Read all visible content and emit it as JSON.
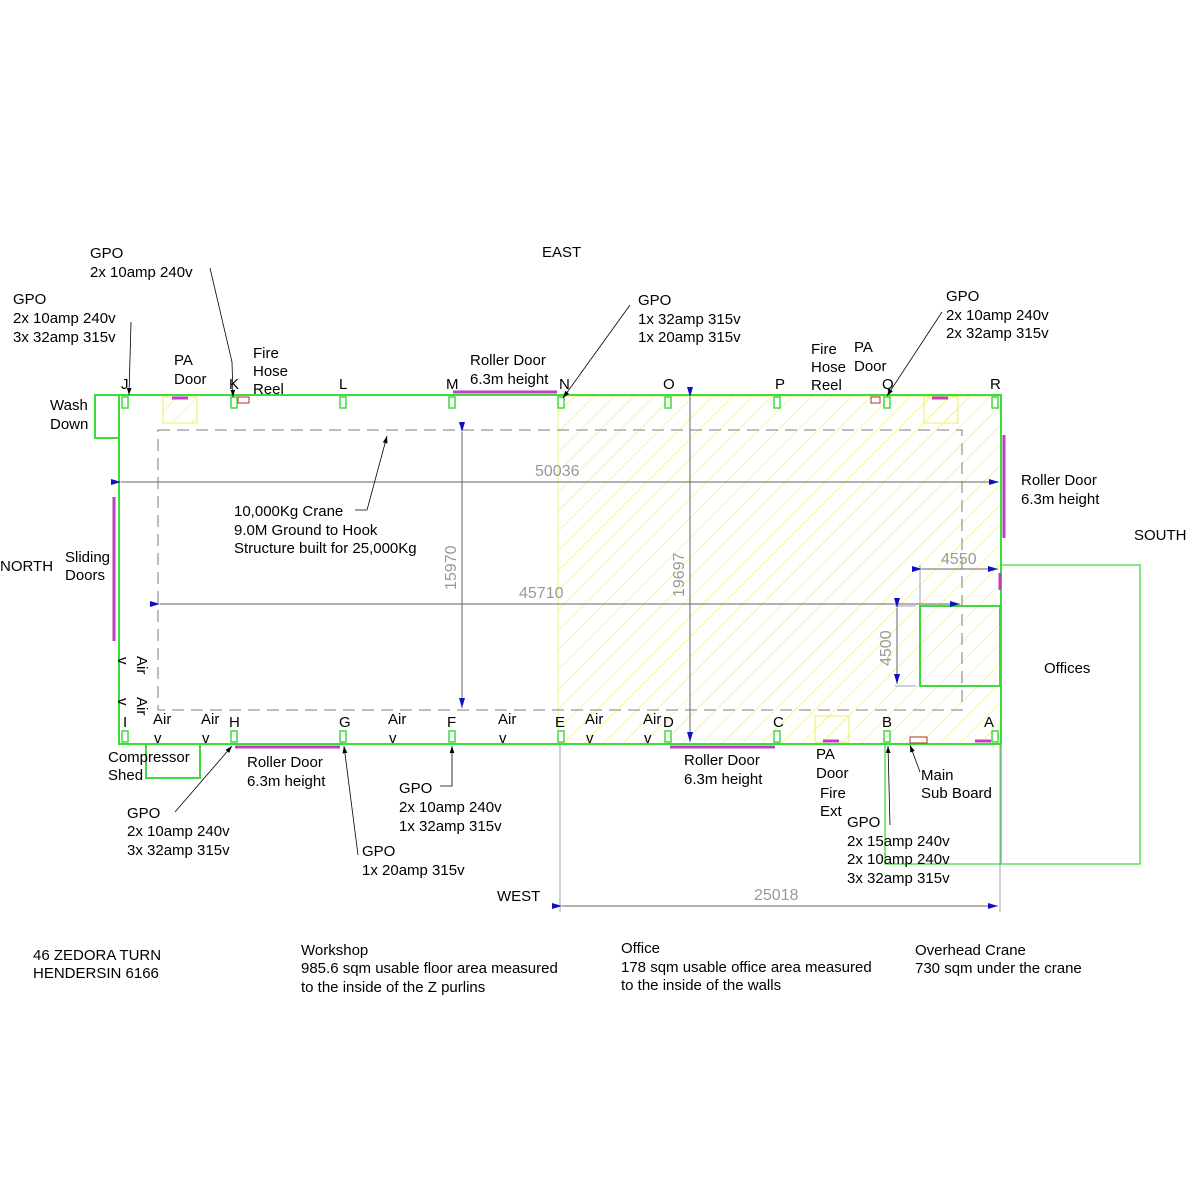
{
  "compass": {
    "east": "EAST",
    "west": "WEST",
    "north": "NORTH",
    "south": "SOUTH"
  },
  "gridlines_top": [
    "J",
    "K",
    "L",
    "M",
    "N",
    "O",
    "P",
    "Q",
    "R"
  ],
  "gridlines_bottom": [
    "I",
    "H",
    "G",
    "F",
    "E",
    "D",
    "C",
    "B",
    "A"
  ],
  "dimensions": {
    "overall_length": "50036",
    "crane_length": "45710",
    "crane_width": "15970",
    "overall_width": "19697",
    "office_length": "25018",
    "room_width": "4550",
    "room_depth": "4500"
  },
  "labels": {
    "gpo": "GPO",
    "g1a": "2x 10amp 240v",
    "g2a": "2x 10amp 240v",
    "g2b": "3x 32amp 315v",
    "g3a": "1x 32amp 315v",
    "g3b": "1x 20amp 315v",
    "g4a": "2x 10amp 240v",
    "g4b": "2x 32amp 315v",
    "g5a": "2x 10amp 240v",
    "g5b": "3x 32amp 315v",
    "g6a": "2x 10amp 240v",
    "g6b": "1x 32amp 315v",
    "g7a": "1x 20amp 315v",
    "g8a": "2x 15amp 240v",
    "g8b": "2x 10amp 240v",
    "g8c": "3x 32amp 315v",
    "pa": "PA",
    "door": "Door",
    "fire": "Fire",
    "hose": "Hose",
    "reel": "Reel",
    "ext": "Ext",
    "roller": "Roller Door",
    "height": "6.3m height",
    "wash": "Wash",
    "down": "Down",
    "sliding": "Sliding",
    "doors": "Doors",
    "compressor": "Compressor",
    "shed": "Shed",
    "air": "Air",
    "v": "v",
    "crane1": "10,000Kg Crane",
    "crane2": "9.0M Ground to Hook",
    "crane3": "Structure built for 25,000Kg",
    "offices": "Offices",
    "main": "Main",
    "subboard": "Sub Board"
  },
  "footer": {
    "address1": "46 ZEDORA TURN",
    "address2": "HENDERSIN 6166",
    "workshop_title": "Workshop",
    "workshop_1": "985.6 sqm usable floor area measured",
    "workshop_2": "to the inside of the Z purlins",
    "office_title": "Office",
    "office_1": "178 sqm usable office area measured",
    "office_2": "to the inside of the walls",
    "crane_title": "Overhead Crane",
    "crane_1": "730 sqm under the crane"
  },
  "colors": {
    "wall": "#3ddc3d",
    "door": "#c040c0",
    "hatch": "#eeee66",
    "dim_arrow": "#1010c0"
  }
}
